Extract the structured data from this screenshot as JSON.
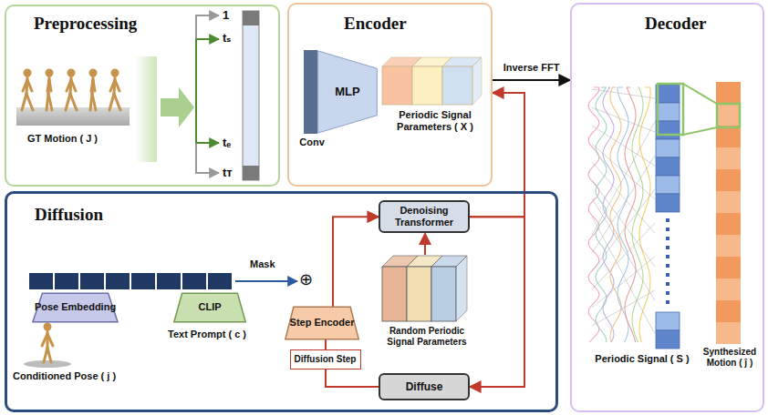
{
  "diagram": {
    "nodes": [
      {
        "text": [
          "Preprocessing"
        ]
      },
      {
        "text": [
          "Encoder"
        ]
      },
      {
        "text": [
          "MLP"
        ],
        "in": 1
      },
      {
        "text": [
          "Conv"
        ],
        "in": 1
      },
      {
        "text": [
          "Periodic Signal Parameters ( X )"
        ],
        "in": 1
      },
      {
        "text": [
          "Decoder"
        ]
      },
      {
        "text": [
          "Periodic Signal ( S )"
        ],
        "in": 5
      },
      {
        "text": [
          "Synthesized Motion ( ĵ )"
        ],
        "in": 5
      },
      {
        "text": [
          "Diffusion"
        ]
      },
      {
        "text": [
          "Pose Embedding"
        ],
        "in": 8
      },
      {
        "text": [
          "CLIP"
        ],
        "in": 8
      },
      {
        "text": [
          "Step Encoder"
        ],
        "in": 8
      },
      {
        "text": [
          "Denoising Transformer"
        ],
        "in": 8
      },
      {
        "text": [
          "Diffusion Step"
        ],
        "in": 8
      },
      {
        "text": [
          "Diffuse"
        ],
        "in": 8
      },
      {
        "text": [
          "Random Periodic Signal Parameters"
        ],
        "in": 8
      }
    ],
    "edges": [
      {
        "from": 1,
        "to": 5,
        "label": "Inverse FFT",
        "arrow": "to"
      },
      {
        "from": 12,
        "to": 1,
        "arrow": "to"
      },
      {
        "from": 12,
        "to": 14,
        "arrow": "to"
      },
      {
        "from": 14,
        "to": 13,
        "arrow": "none"
      },
      {
        "from": 13,
        "to": 11,
        "arrow": "none"
      },
      {
        "from": 11,
        "to": 12,
        "arrow": "to"
      },
      {
        "from": 15,
        "to": 12,
        "arrow": "to"
      }
    ],
    "labels": [
      "1",
      "tₛ",
      "tₑ",
      "tᴛ",
      "GT Motion ( J )",
      "Mask",
      "⊕",
      "Conditioned Pose ( j )",
      "Text Prompt ( c )"
    ]
  }
}
